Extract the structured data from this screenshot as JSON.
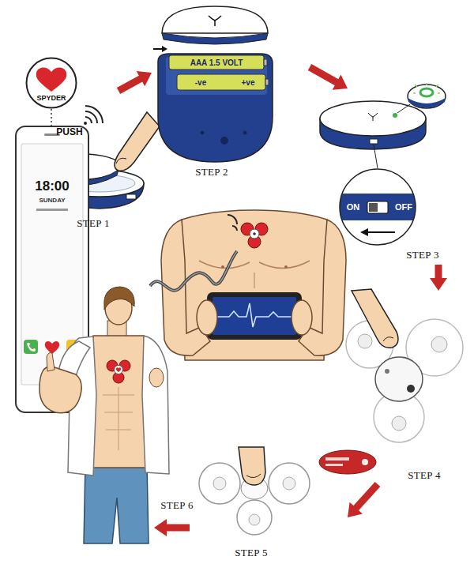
{
  "diagram": {
    "nodes": [
      {
        "text": [
          "STEP 1"
        ]
      },
      {
        "text": [
          "STEP 2"
        ]
      },
      {
        "text": [
          "STEP 3"
        ]
      },
      {
        "text": [
          "STEP 4"
        ]
      },
      {
        "text": [
          "STEP 5"
        ]
      },
      {
        "text": [
          "STEP 6"
        ]
      },
      {
        "text": [
          "SPYDER"
        ]
      }
    ],
    "edges": [
      {
        "from": 0,
        "to": 1,
        "arrow": "to"
      },
      {
        "from": 1,
        "to": 2,
        "arrow": "to"
      },
      {
        "from": 2,
        "to": 3,
        "arrow": "to"
      },
      {
        "from": 3,
        "to": 4,
        "arrow": "to"
      },
      {
        "from": 4,
        "to": 5,
        "arrow": "to"
      },
      {
        "from": 6,
        "to": 5,
        "arrow": "none"
      }
    ],
    "labels": [
      "PUSH",
      "AAA 1.5 VOLT",
      "-ve",
      "+ve",
      "ON",
      "OFF",
      "18:00",
      "SUNDAY"
    ]
  }
}
